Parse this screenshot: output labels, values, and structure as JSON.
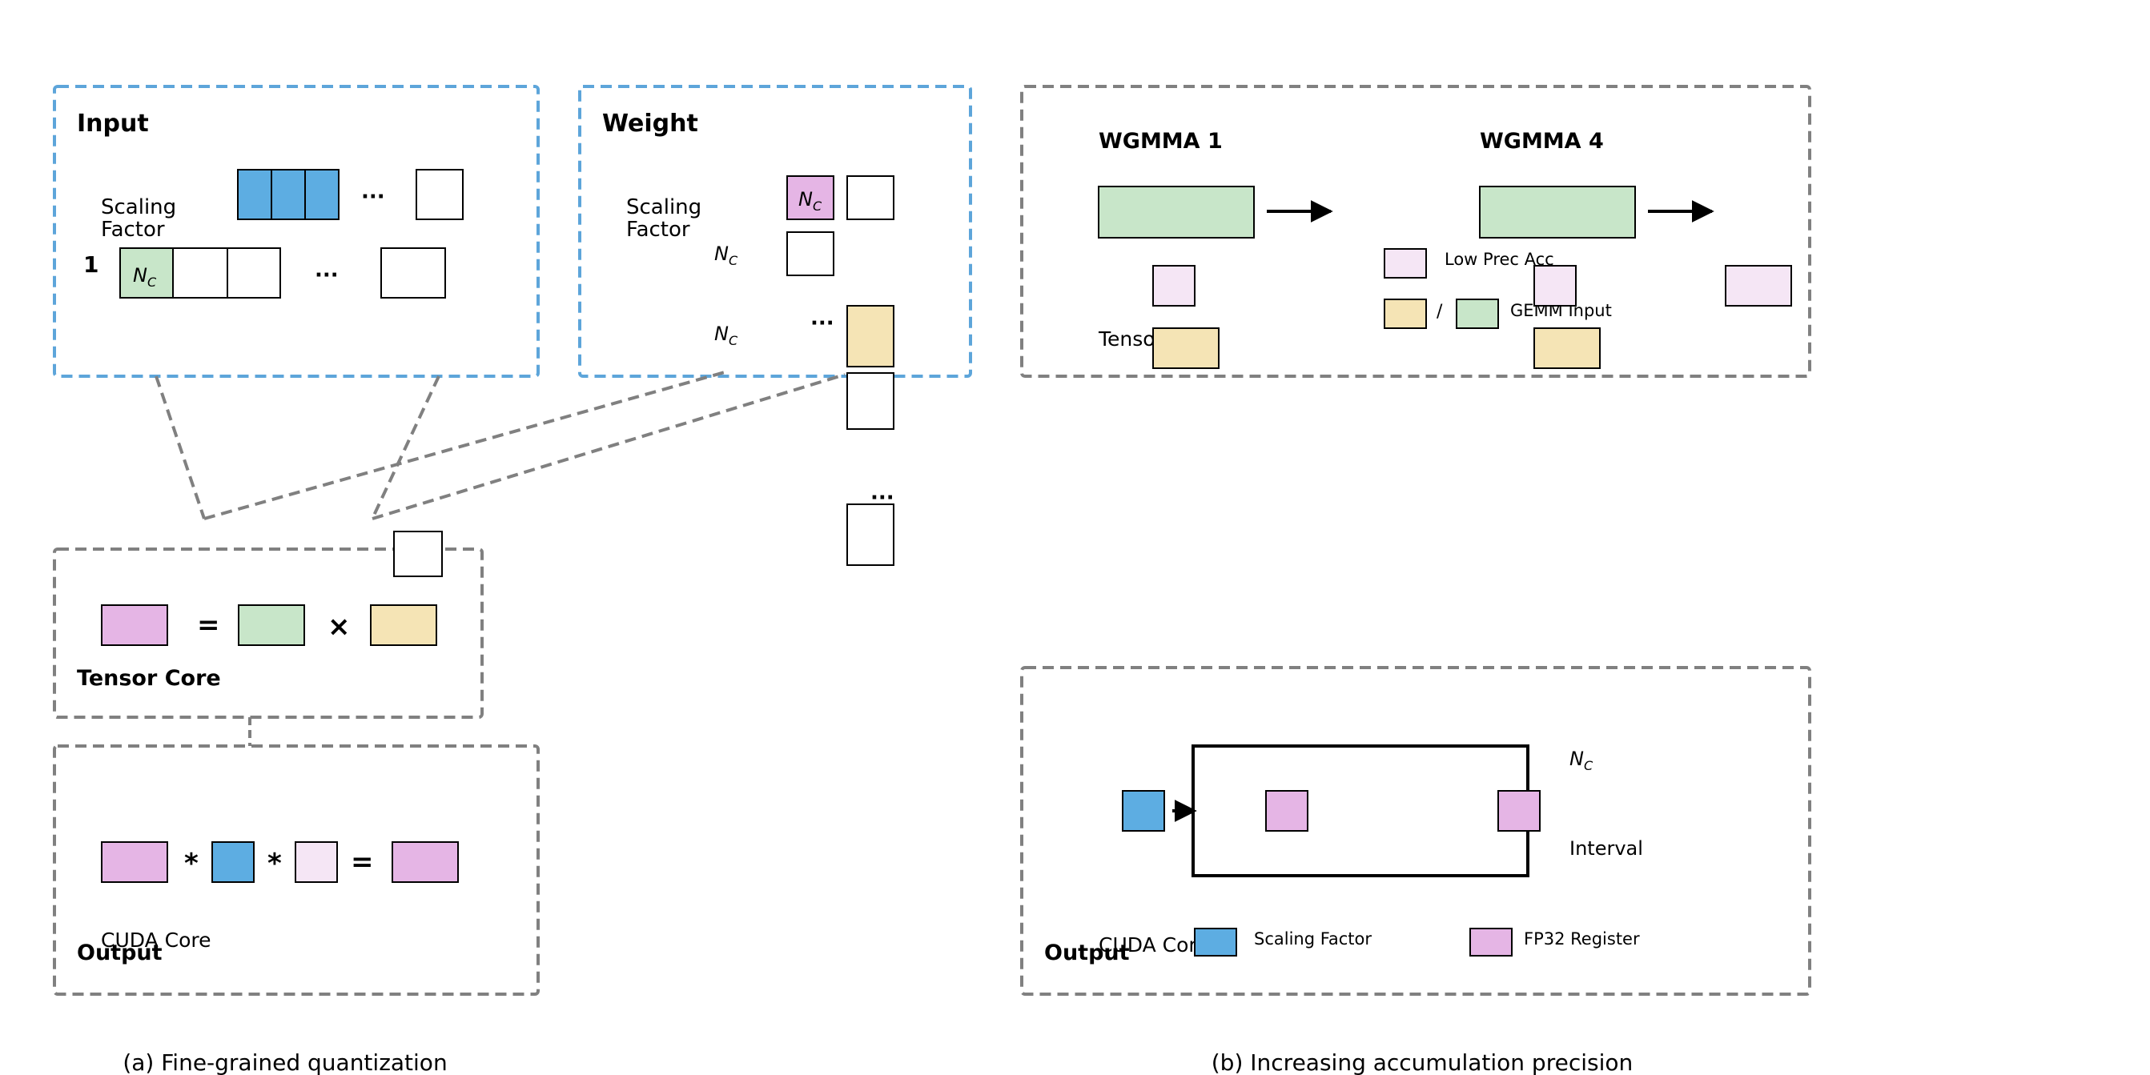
{
  "colors": {
    "blue": "#5DADE2",
    "green": "#C8E6C9",
    "yellow": "#F5E4B5",
    "pink": "#E5B5E5",
    "lightpink": "#F5E6F5",
    "dashed_blue": "#5DA5DA",
    "dashed_gray": "#808080",
    "white": "#FFFFFF",
    "black": "#000000"
  },
  "panel_a": {
    "input_title": "Input",
    "scaling_factor_line1": "Scaling",
    "scaling_factor_line2": "Factor",
    "row_label_1": "1",
    "nc": "N",
    "nc_sub": "C",
    "ellipsis": "···",
    "weight_title": "Weight",
    "tensor_core_label": "Tensor Core",
    "equals": "=",
    "times": "×",
    "star": "*",
    "cuda_core_label": "CUDA Core",
    "output_label": "Output",
    "caption": "(a) Fine-grained quantization"
  },
  "panel_b": {
    "wgmma1": "WGMMA 1",
    "wgmma4": "WGMMA 4",
    "tensor_core_label": "Tensor Core",
    "legend_low_prec": "Low Prec Acc",
    "legend_slash": "/",
    "legend_gemm_input": "GEMM Input",
    "nc": "N",
    "nc_sub": "C",
    "interval": "Interval",
    "cuda_core_label": "CUDA Core",
    "output_label": "Output",
    "legend_scaling_factor": "Scaling Factor",
    "legend_fp32": "FP32 Register",
    "caption": "(b) Increasing accumulation precision"
  }
}
